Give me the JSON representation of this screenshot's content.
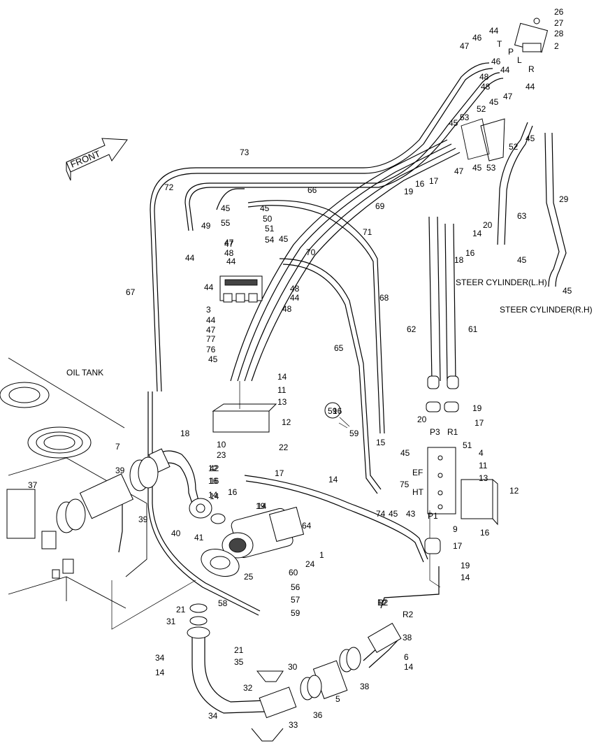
{
  "labels": {
    "front": "FRONT",
    "oil_tank": "OIL TANK",
    "steer_cyl_lh": "STEER CYLINDER(L.H)",
    "steer_cyl_rh": "STEER CYLINDER(R.H)",
    "port_t": "T",
    "port_p": "P",
    "port_l": "L",
    "port_r": "R",
    "port_ef": "EF",
    "port_ht": "HT",
    "port_p3": "P3",
    "port_r1": "R1",
    "port_p1": "P1",
    "port_r2": "R2",
    "ref_59": "59"
  },
  "callouts": [
    "26",
    "27",
    "28",
    "2",
    "44",
    "46",
    "47",
    "46",
    "44",
    "48",
    "48",
    "44",
    "47",
    "45",
    "52",
    "53",
    "45",
    "52",
    "45",
    "45",
    "53",
    "73",
    "72",
    "66",
    "69",
    "71",
    "70",
    "68",
    "67",
    "65",
    "62",
    "61",
    "63",
    "29",
    "45",
    "45",
    "45",
    "45",
    "55",
    "50",
    "51",
    "54",
    "45",
    "47",
    "49",
    "47",
    "48",
    "44",
    "44",
    "44",
    "3",
    "44",
    "48",
    "44",
    "47",
    "77",
    "76",
    "45",
    "48",
    "47",
    "17",
    "19",
    "16",
    "14",
    "20",
    "18",
    "16",
    "14",
    "11",
    "13",
    "12",
    "10",
    "23",
    "22",
    "12",
    "16",
    "14",
    "16",
    "14",
    "19",
    "20",
    "17",
    "18",
    "7",
    "39",
    "37",
    "39",
    "40",
    "41",
    "42",
    "16",
    "14",
    "19",
    "17",
    "64",
    "1",
    "24",
    "25",
    "60",
    "56",
    "57",
    "59",
    "58",
    "21",
    "31",
    "21",
    "35",
    "30",
    "34",
    "14",
    "32",
    "33",
    "34",
    "5",
    "36",
    "38",
    "38",
    "6",
    "14",
    "16",
    "59",
    "14",
    "15",
    "45",
    "75",
    "74",
    "45",
    "43",
    "51",
    "4",
    "11",
    "13",
    "12",
    "9",
    "17",
    "19",
    "14",
    "16",
    "12",
    "R2",
    "18"
  ]
}
